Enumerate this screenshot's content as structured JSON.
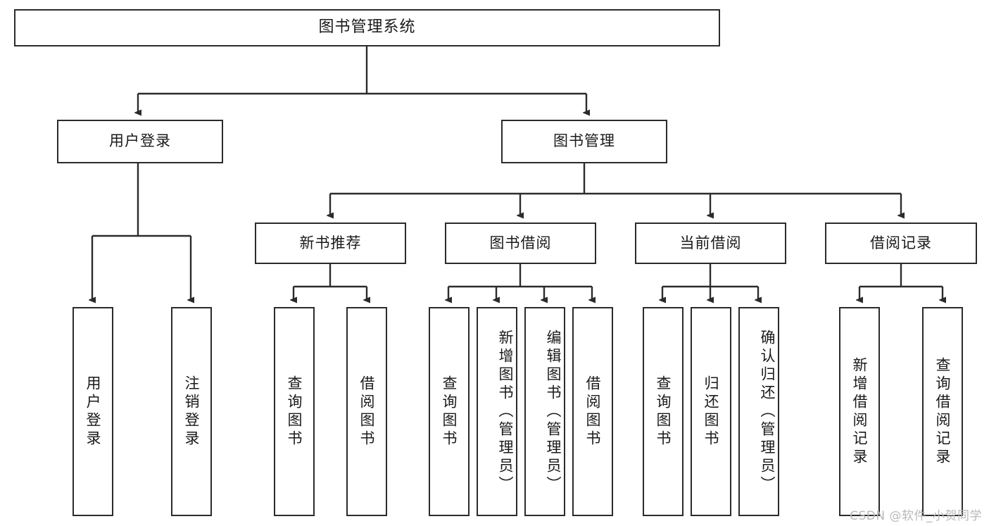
{
  "diagram": {
    "type": "tree-hierarchy-flowchart",
    "title": "图书管理系统",
    "line_color": "#2b2b2b",
    "box_fill": "#ffffff",
    "text_color": "#1a1a1a",
    "root": {
      "label": "图书管理系统"
    },
    "level1": [
      {
        "label": "用户登录"
      },
      {
        "label": "图书管理"
      }
    ],
    "level2": [
      {
        "label": "新书推荐"
      },
      {
        "label": "图书借阅"
      },
      {
        "label": "当前借阅"
      },
      {
        "label": "借阅记录"
      }
    ],
    "leaves": {
      "user_login": [
        {
          "label": "用户登录"
        },
        {
          "label": "注销登录"
        }
      ],
      "new_book_recommend": [
        {
          "label": "查询图书"
        },
        {
          "label": "借阅图书"
        }
      ],
      "book_borrow": [
        {
          "label": "查询图书"
        },
        {
          "label": "新增图书（管理员）"
        },
        {
          "label": "编辑图书（管理员）"
        },
        {
          "label": "借阅图书"
        }
      ],
      "current_borrow": [
        {
          "label": "查询图书"
        },
        {
          "label": "归还图书"
        },
        {
          "label": "确认归还（管理员）"
        }
      ],
      "borrow_records": [
        {
          "label": "新增借阅记录"
        },
        {
          "label": "查询借阅记录"
        }
      ]
    }
  },
  "watermark": {
    "text": "CSDN @软件_小贺同学"
  }
}
